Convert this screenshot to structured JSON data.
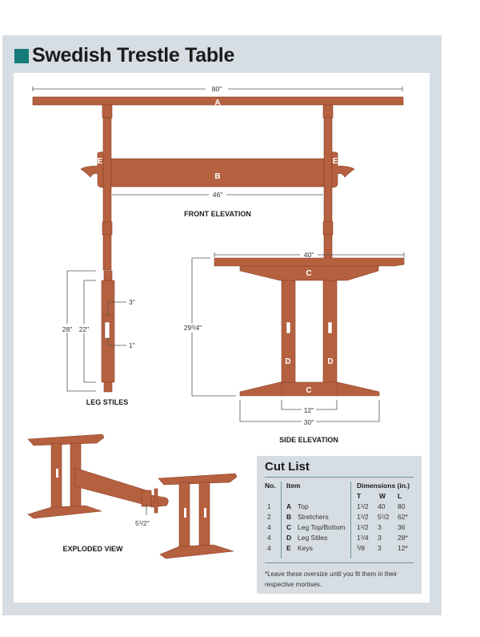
{
  "header": {
    "title": "Swedish Trestle Table",
    "accent_color": "#177b7b"
  },
  "colors": {
    "wood": "#b5603f",
    "wood_edge": "#8a4228",
    "panel_bg": "#d6dee3"
  },
  "front_elevation": {
    "caption": "FRONT ELEVATION",
    "overall_length": "80\"",
    "stretcher_length": "46\"",
    "parts": {
      "top": "A",
      "stretcher": "B",
      "key_left": "E",
      "key_right": "E"
    }
  },
  "leg_stiles": {
    "caption": "LEG STILES",
    "overall_height": "28\"",
    "body_height": "22\"",
    "mortise_offset": "3\"",
    "mortise_width": "1\""
  },
  "side_elevation": {
    "caption": "SIDE ELEVATION",
    "top_width": "40\"",
    "height": "29³/4\"",
    "stile_spacing": "12\"",
    "base_width": "30\"",
    "parts": {
      "top_rail": "C",
      "bottom_rail": "C",
      "stile_left": "D",
      "stile_right": "D"
    }
  },
  "exploded_view": {
    "caption": "EXPLODED VIEW",
    "tenon_length": "5¹/2\""
  },
  "cut_list": {
    "title": "Cut List",
    "headers": {
      "no": "No.",
      "item": "Item",
      "dimensions": "Dimensions (in.)",
      "t": "T",
      "w": "W",
      "l": "L"
    },
    "rows": [
      {
        "no": "1",
        "letter": "A",
        "item": "Top",
        "t": "1¹/2",
        "w": "40",
        "l": "80"
      },
      {
        "no": "2",
        "letter": "B",
        "item": "Stretchers",
        "t": "1¹/2",
        "w": "5¹/2",
        "l": "62*"
      },
      {
        "no": "4",
        "letter": "C",
        "item": "Leg Top/Bottom",
        "t": "1¹/2",
        "w": "3",
        "l": "36"
      },
      {
        "no": "4",
        "letter": "D",
        "item": "Leg Stiles",
        "t": "1¹/4",
        "w": "3",
        "l": "28*"
      },
      {
        "no": "4",
        "letter": "E",
        "item": "Keys",
        "t": "³/8",
        "w": "3",
        "l": "12*"
      }
    ],
    "footnote": "*Leave these oversize until you fit them in their respective mortises."
  }
}
